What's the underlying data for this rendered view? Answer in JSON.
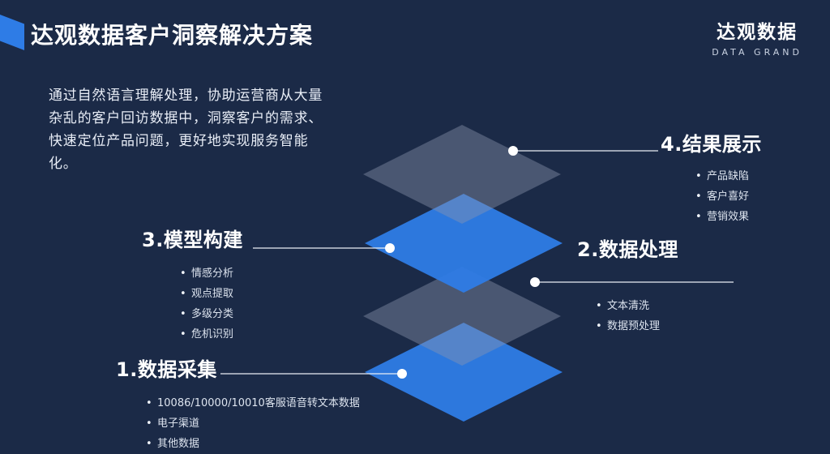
{
  "slide": {
    "title": "达观数据客户洞察解决方案",
    "logo": {
      "name": "达观数据",
      "tagline": "DATA GRAND"
    },
    "intro": "通过自然语言理解处理，协助运营商从大量杂乱的客户回访数据中，洞察客户的需求、快速定位产品问题，更好地实现服务智能化。"
  },
  "steps": [
    {
      "label": "1.数据采集",
      "bullets": [
        "10086/10000/10010客服语音转文本数据",
        "电子渠道",
        "其他数据"
      ]
    },
    {
      "label": "2.数据处理",
      "bullets": [
        "文本清洗",
        "数据预处理"
      ]
    },
    {
      "label": "3.模型构建",
      "bullets": [
        "情感分析",
        "观点提取",
        "多级分类",
        "危机识别"
      ]
    },
    {
      "label": "4.结果展示",
      "bullets": [
        "产品缺陷",
        "客户喜好",
        "营销效果"
      ]
    }
  ],
  "colors": {
    "background": "#1b2a47",
    "accent_blue": "#2e7ce6",
    "layer_gray": "#8c97ad"
  }
}
